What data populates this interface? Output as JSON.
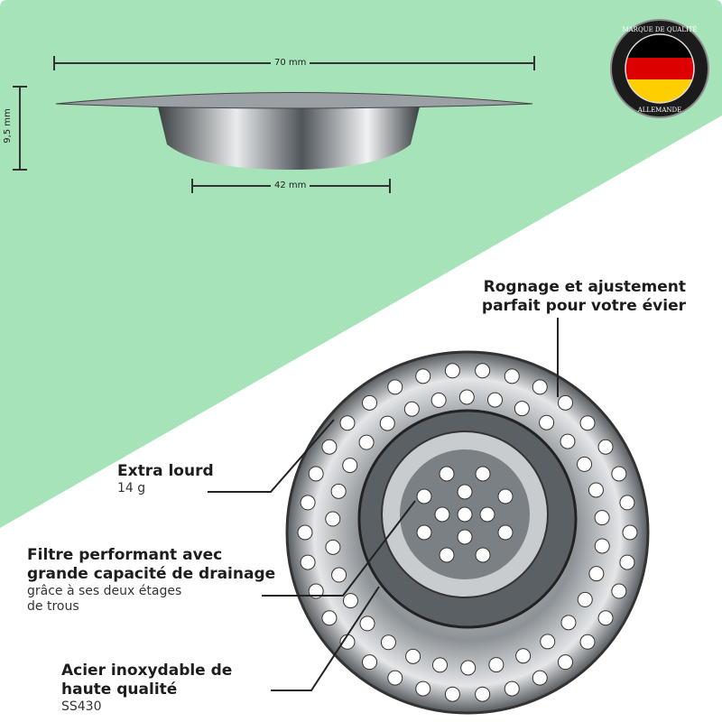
{
  "dimensions": {
    "width": "70 mm",
    "height": "9,5 mm",
    "base": "42 mm"
  },
  "badge": {
    "top_text": "MARQUE DE QUALITÉ",
    "bottom_text": "ALLEMANDE",
    "colors": [
      "#000000",
      "#dd0000",
      "#ffce00"
    ]
  },
  "callouts": [
    {
      "title": "Rognage et ajustement parfait pour votre évier",
      "title_lines": [
        "Rognage et ajustement",
        "parfait pour votre évier"
      ]
    },
    {
      "title": "Extra lourd",
      "detail": "14 g"
    },
    {
      "title_lines": [
        "Filtre performant avec",
        "grande capacité de drainage"
      ],
      "detail_lines": [
        "grâce à ses deux étages",
        "de trous"
      ]
    },
    {
      "title_lines": [
        "Acier inoxydable de",
        "haute qualité"
      ],
      "detail": "SS430"
    }
  ],
  "colors": {
    "background_green": "#a6e3b9",
    "background_white": "#ffffff"
  }
}
